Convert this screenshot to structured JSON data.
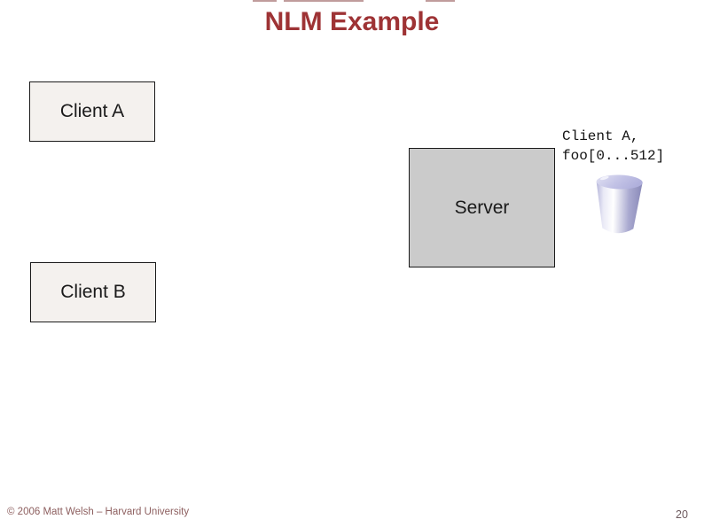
{
  "title": "NLM Example",
  "boxes": {
    "client_a": "Client A",
    "client_b": "Client B",
    "server": "Server"
  },
  "annotation": {
    "line1": "Client A,",
    "line2": "foo[0...512]"
  },
  "icons": {
    "bucket": "bucket-icon"
  },
  "footer": {
    "credit": "© 2006 Matt Welsh – Harvard University",
    "page": "20"
  },
  "colors": {
    "title": "#9e3335",
    "client_box_fill": "#f4f1ee",
    "server_box_fill": "#cbcbcb",
    "box_border": "#1a1a1a",
    "annotation_text": "#141414",
    "footer_text": "#8d5f5f",
    "page_number": "#6d5a5e",
    "bucket_top": "#c3c3e6",
    "bucket_highlight": "#ffffff",
    "bucket_shade": "#8a8ab8"
  }
}
